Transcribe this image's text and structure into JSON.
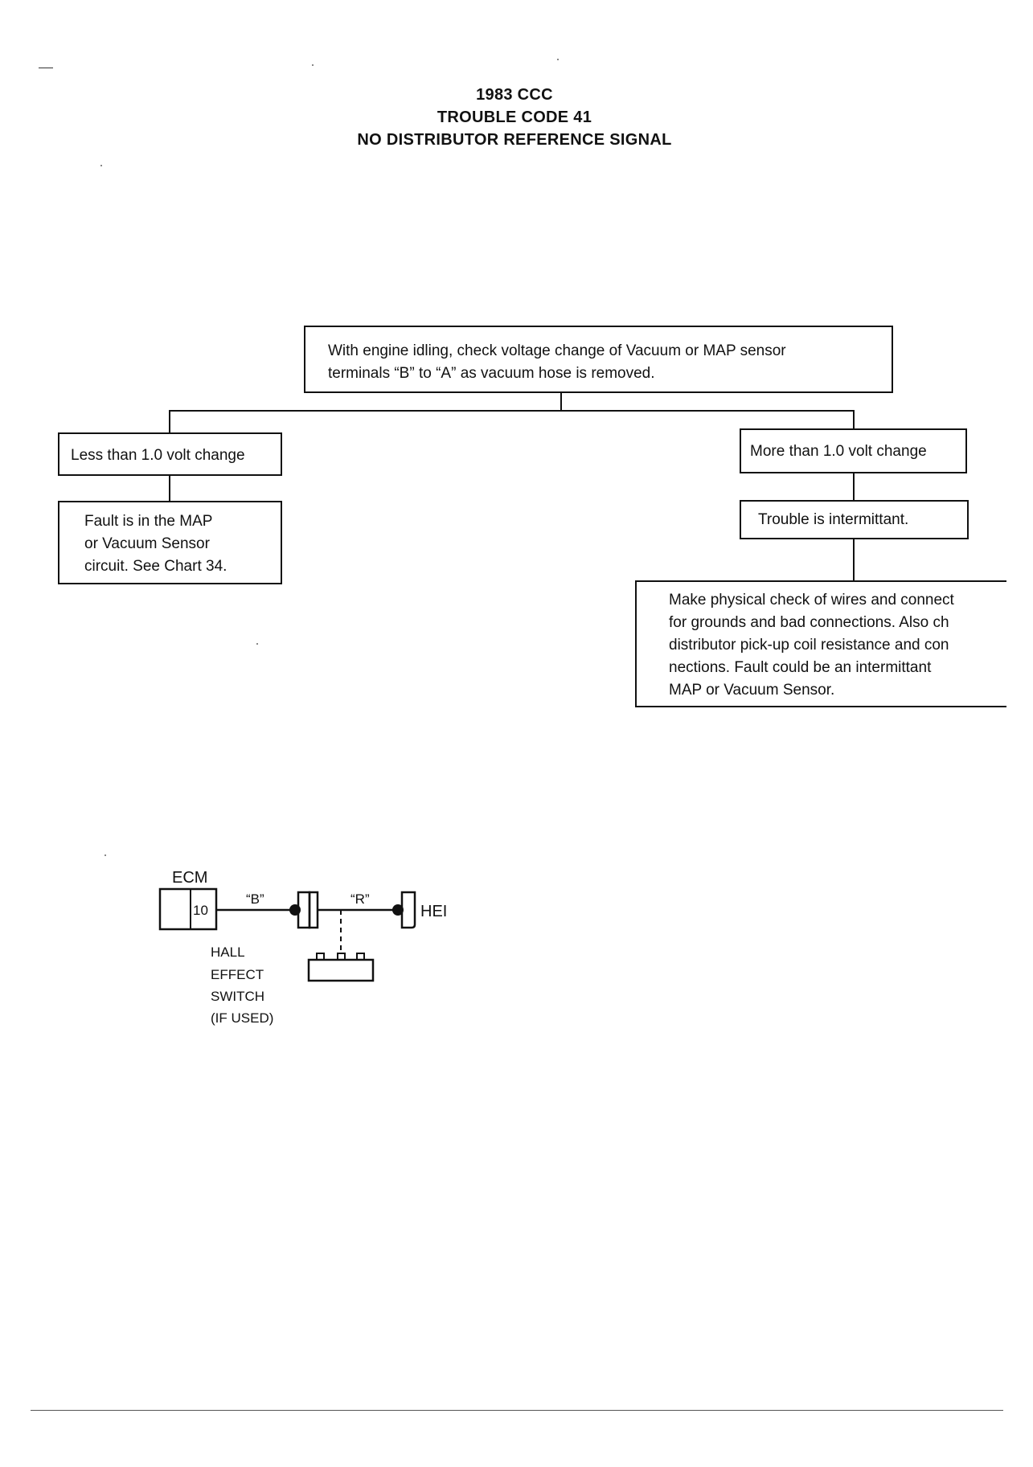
{
  "header": {
    "line1": "1983 CCC",
    "line2": "TROUBLE CODE 41",
    "line3": "NO DISTRIBUTOR REFERENCE SIGNAL"
  },
  "flowchart": {
    "start_box": {
      "line1": "With engine idling, check voltage change of Vacuum or MAP sensor",
      "line2": "terminals “B” to “A” as vacuum hose is removed."
    },
    "left_branch": {
      "label": "Less than 1.0 volt change",
      "result_line1": "Fault is in the MAP",
      "result_line2": "or Vacuum Sensor",
      "result_line3": "circuit. See Chart 34."
    },
    "right_branch": {
      "label": "More than 1.0 volt change",
      "intermediate": "Trouble is intermittant.",
      "result_line1": "Make physical check of wires and connect",
      "result_line2": "for grounds and bad connections. Also ch",
      "result_line3": "distributor pick-up coil resistance and con",
      "result_line4": "nections. Fault could be an intermittant",
      "result_line5": "MAP or Vacuum Sensor."
    }
  },
  "wiring": {
    "ecm_label": "ECM",
    "terminal_number": "10",
    "wire_b_label": "“B”",
    "wire_r_label": "“R”",
    "hei_label": "HEI",
    "switch_line1": "HALL",
    "switch_line2": "EFFECT",
    "switch_line3": "SWITCH",
    "switch_line4": "(IF USED)"
  }
}
